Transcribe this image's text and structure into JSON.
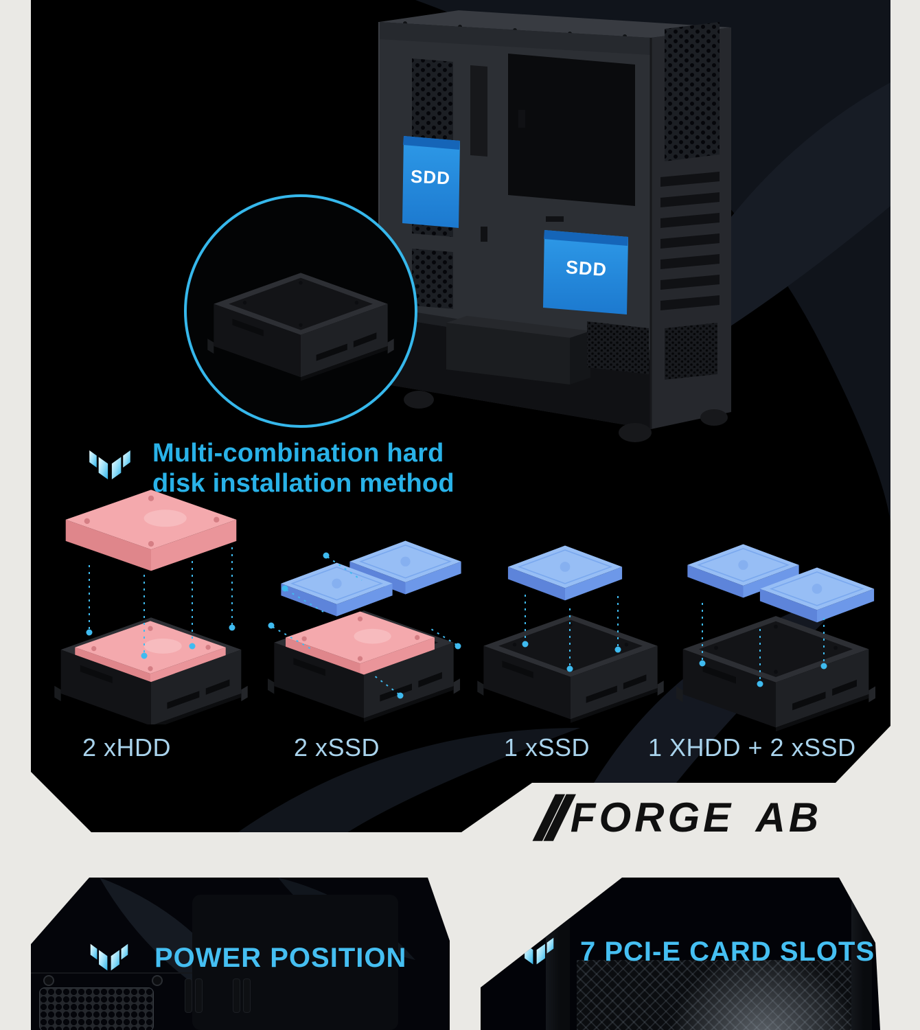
{
  "page": {
    "background": "#eae9e5",
    "accent_cyan": "#29b2e8",
    "label_blue": "#a9d3ec"
  },
  "showcase": {
    "ssd_label_1": "SDD",
    "ssd_label_2": "SDD"
  },
  "feature": {
    "title_line1": "Multi-combination hard",
    "title_line2": "disk installation method"
  },
  "combinations": [
    {
      "label": "2 xHDD"
    },
    {
      "label": "2 xSSD"
    },
    {
      "label": "1 xSSD"
    },
    {
      "label": "1 XHDD + 2 xSSD"
    }
  ],
  "brand": {
    "slashes": "//",
    "model": "FORGE AB"
  },
  "bottom_sections": [
    {
      "title": "POWER POSITION"
    },
    {
      "title": "7 PCI-E CARD SLOTS"
    }
  ],
  "colors": {
    "ring_cyan": "#36b8ec",
    "ssd_case_blue": "#2590e2",
    "hdd_pink": "#f4a9ad",
    "ssd_illustration_blue": "#97bef5",
    "bracket_black": "#1f2125"
  }
}
